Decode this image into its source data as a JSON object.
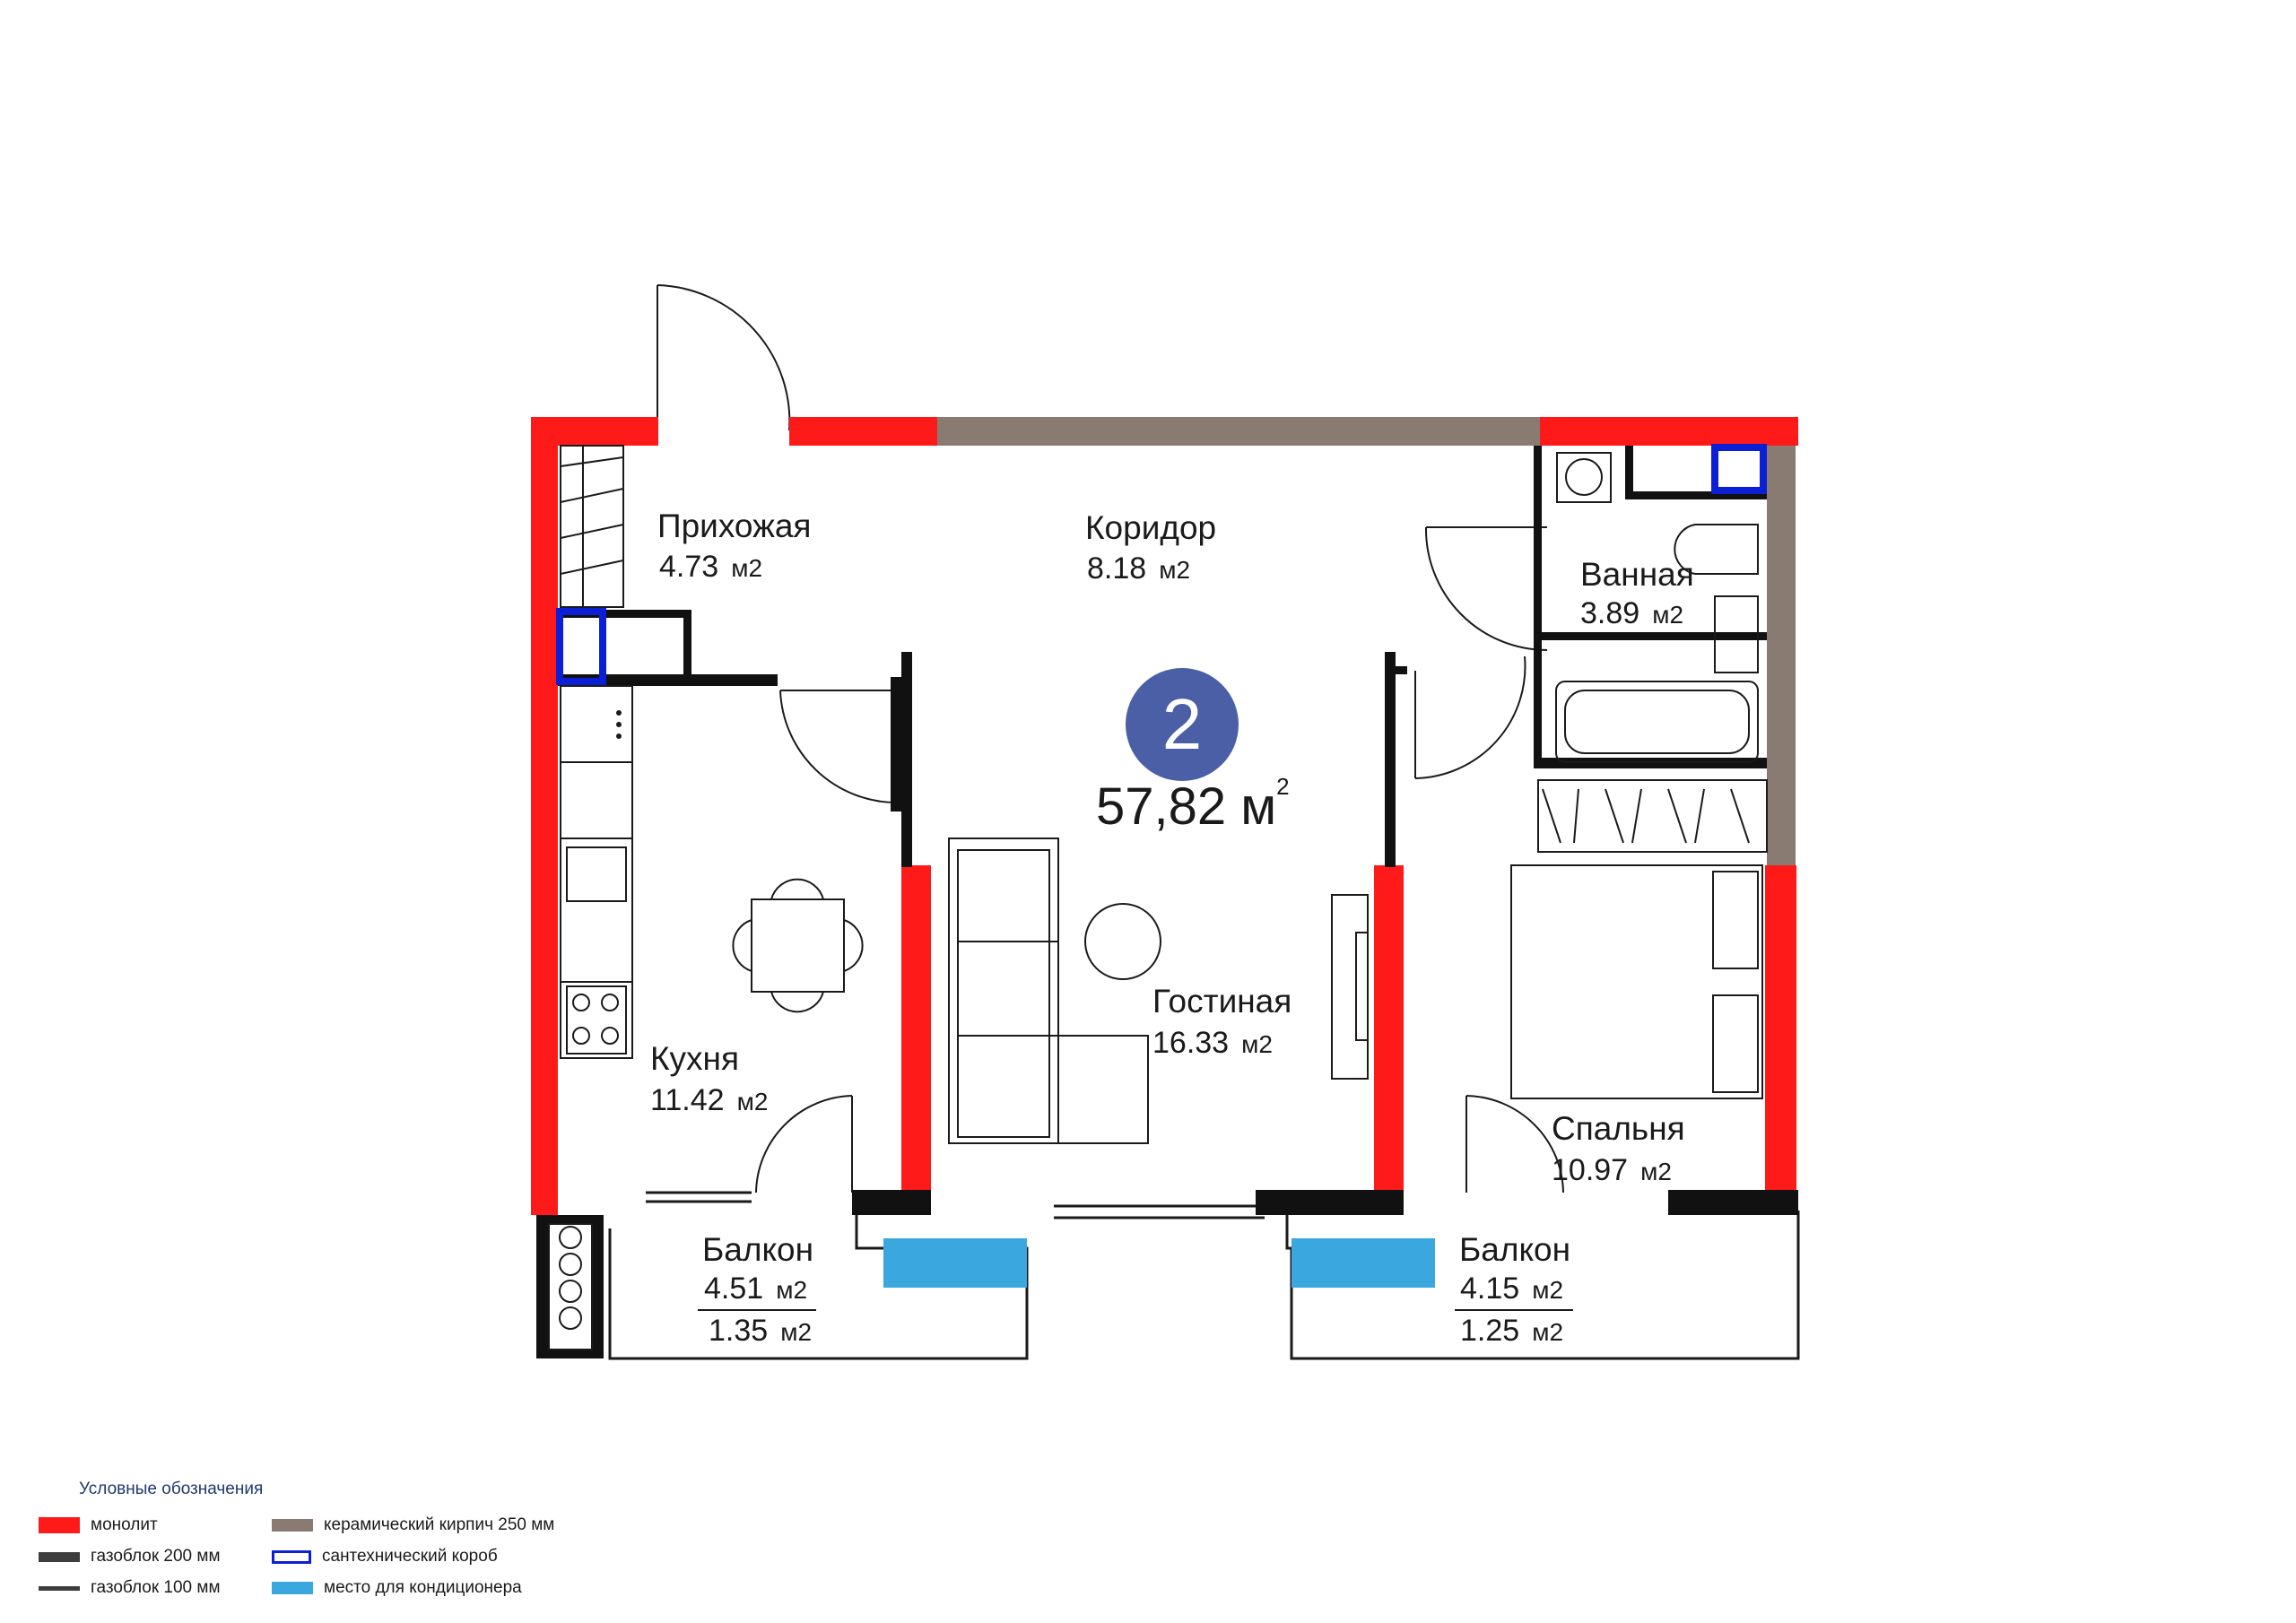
{
  "apartment": {
    "rooms_count": "2",
    "total_area": "57,82 м",
    "total_area_sup": "2"
  },
  "rooms": {
    "hall": {
      "name": "Прихожая",
      "area": "4.73",
      "unit": "м2"
    },
    "corridor": {
      "name": "Коридор",
      "area": "8.18",
      "unit": "м2"
    },
    "bathroom": {
      "name": "Ванная",
      "area": "3.89",
      "unit": "м2"
    },
    "kitchen": {
      "name": "Кухня",
      "area": "11.42",
      "unit": "м2"
    },
    "living": {
      "name": "Гостиная",
      "area": "16.33",
      "unit": "м2"
    },
    "bedroom": {
      "name": "Спальня",
      "area": "10.97",
      "unit": "м2"
    },
    "balcony_left": {
      "name": "Балкон",
      "area": "4.51",
      "area_unit": "м2",
      "reduced": "1.35",
      "reduced_unit": "м2"
    },
    "balcony_right": {
      "name": "Балкон",
      "area": "4.15",
      "area_unit": "м2",
      "reduced": "1.25",
      "reduced_unit": "м2"
    }
  },
  "legend": {
    "title": "Условные обозначения",
    "items": [
      {
        "label": "монолит",
        "color": "#ff1a1a"
      },
      {
        "label": "газоблок 200 мм",
        "color": "#3d3d3d"
      },
      {
        "label": "газоблок 100 мм",
        "color": "#3d3d3d"
      },
      {
        "label": "керамический кирпич 250 мм",
        "color": "#8a7b72"
      },
      {
        "label": "сантехнический короб",
        "color": "#0a1fd6"
      },
      {
        "label": "место для кондиционера",
        "color": "#3aa8df"
      }
    ]
  },
  "colors": {
    "monolith": "#ff1a1a",
    "brick": "#8a7b72",
    "gasblock": "#111111",
    "plumbing_box": "#0a1fd6",
    "ac_place": "#3aa8df",
    "badge": "#4b5fa6"
  }
}
